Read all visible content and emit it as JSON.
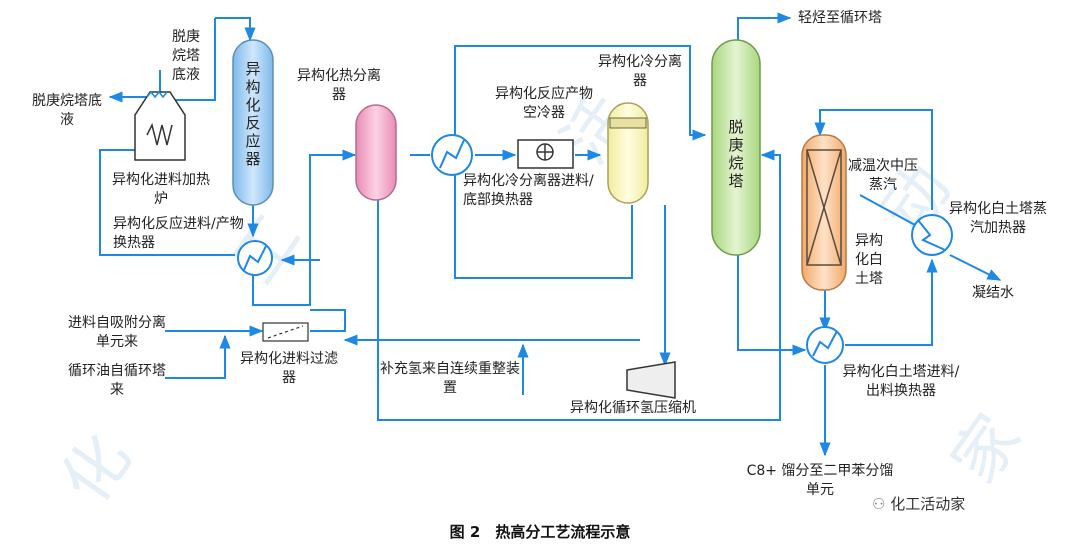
{
  "caption": "图 2　热高分工艺流程示意",
  "brand": {
    "text": "化工活动家"
  },
  "watermark": [
    "化",
    "工",
    "活",
    "动",
    "家"
  ],
  "colors": {
    "line": "#1e88e5",
    "reactor": "#a9d3f5",
    "hot_separator": "#f4a7c8",
    "cold_separator": "#fbf7c2",
    "deisobutanizer": "#c9e6a5",
    "clay_tower": "#f7c89a"
  },
  "equipment": {
    "reactor": "异构化反应器",
    "hot_separator": "异构化热分离器",
    "cold_separator": "异构化冷分离器",
    "deisobutanizer": "脱庚烷塔",
    "clay_tower": "异构化白土塔"
  },
  "labels": {
    "deheptanizer_bottoms_in": "脱庚烷塔底液",
    "deheptanizer_bottoms_out": "脱庚烷塔底液",
    "heater": "异构化进料加热炉",
    "feed_product_exchanger": "异构化反应进料/产物换热器",
    "hot_sep": "异构化热分离器",
    "air_cooler": "异构化反应产物空冷器",
    "cold_sep": "异构化冷分离器",
    "cold_sep_exchanger": "异构化冷分离器进料/底部换热器",
    "light_hc": "轻烃至循环塔",
    "steam": "减温次中压蒸汽",
    "clay_heater": "异构化白土塔蒸汽加热器",
    "condensate": "凝结水",
    "feed_adsorption": "进料自吸附分离单元来",
    "recycle_oil": "循环油自循环塔来",
    "feed_filter": "异构化进料过滤器",
    "makeup_h2": "补充氢来自连续重整装置",
    "compressor": "异构化循环氢压缩机",
    "clay_exchanger": "异构化白土塔进料/出料换热器",
    "c8_product": "C8+ 馏分至二甲苯分馏单元"
  }
}
